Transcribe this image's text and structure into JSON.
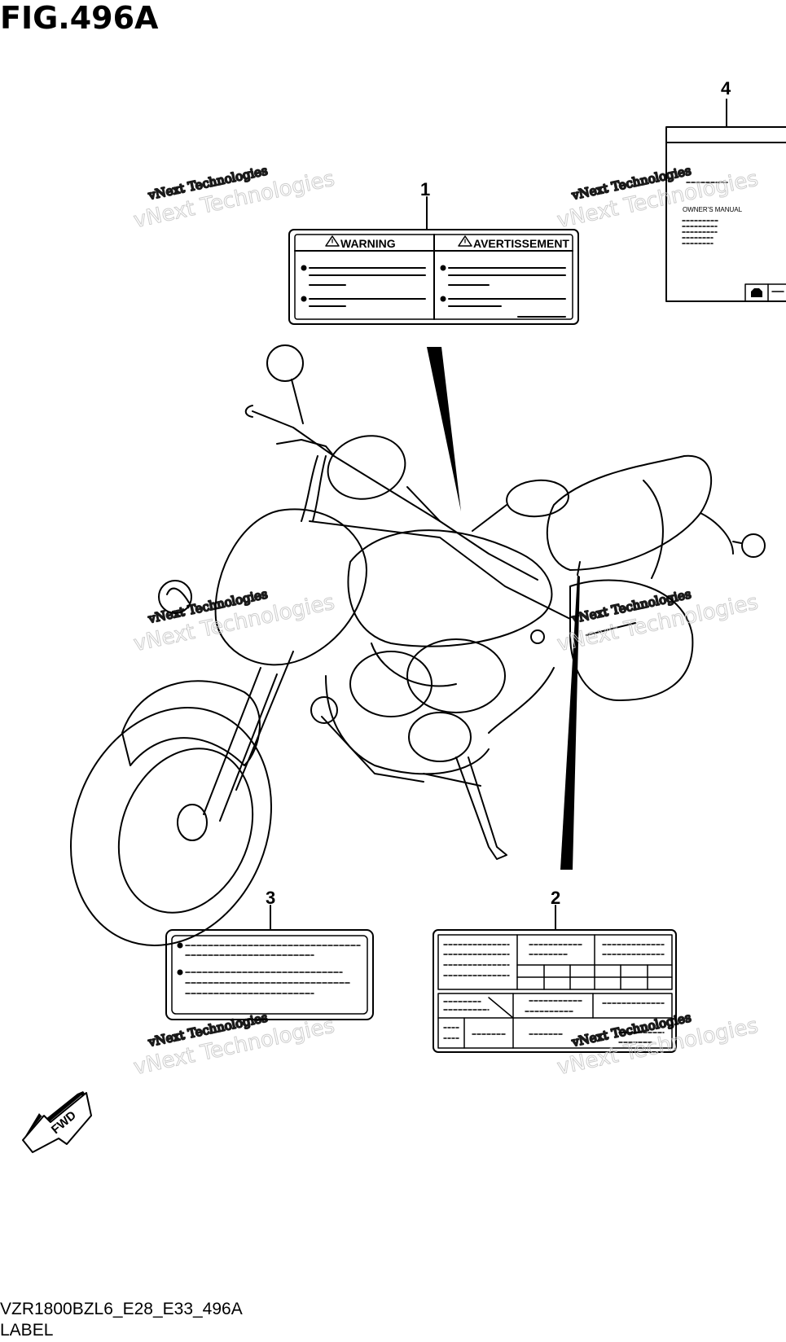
{
  "figure": {
    "title": "FIG.496A",
    "code": "VZR1800BZL6_E28_E33_496A",
    "caption": "LABEL"
  },
  "callouts": [
    {
      "number": "1",
      "part": "warning-label"
    },
    {
      "number": "2",
      "part": "information-label"
    },
    {
      "number": "3",
      "part": "caution-label"
    },
    {
      "number": "4",
      "part": "owners-manual"
    }
  ],
  "label_1": {
    "left_heading": "WARNING",
    "right_heading": "AVERTISSEMENT"
  },
  "manual": {
    "title": "OWNER'S MANUAL"
  },
  "fwd_arrow": {
    "text": "FWD"
  },
  "watermark": {
    "line1": "vNext Technologies",
    "line2": "vNext Technologies"
  },
  "colors": {
    "ink": "#000000",
    "background": "#ffffff",
    "watermark": "#b0b0b0"
  }
}
